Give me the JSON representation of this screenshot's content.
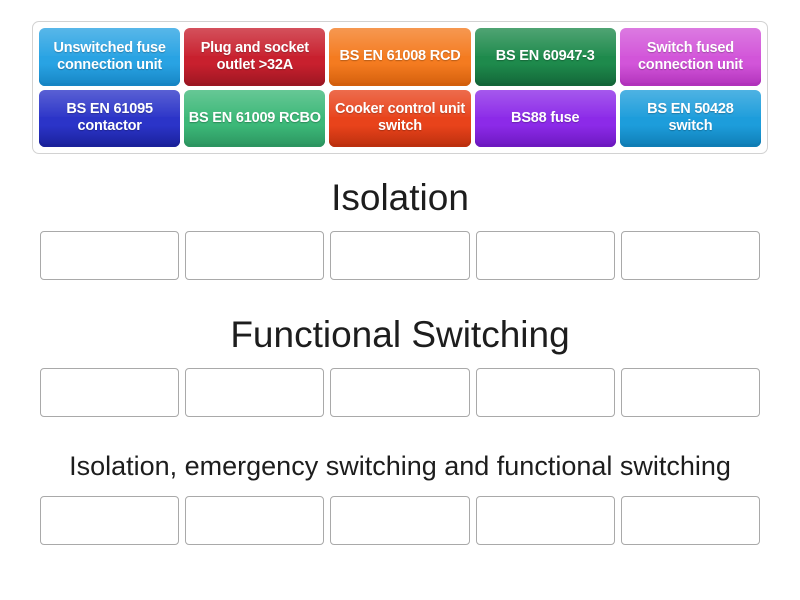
{
  "activity": {
    "type": "group-sort",
    "tile_bank": {
      "rows": [
        [
          {
            "label": "Unswitched fuse connection unit",
            "color": "#29a3e3",
            "color_dark": "#1685c4"
          },
          {
            "label": "Plug and socket outlet >32A",
            "color": "#c8202e",
            "color_dark": "#9c1622"
          },
          {
            "label": "BS EN 61008 RCD",
            "color": "#f47b20",
            "color_dark": "#d35f0c"
          },
          {
            "label": "BS EN 60947-3",
            "color": "#1e8a4c",
            "color_dark": "#136638"
          },
          {
            "label": "Switch fused connection unit",
            "color": "#d255d9",
            "color_dark": "#b132bb"
          }
        ],
        [
          {
            "label": "BS EN 61095 contactor",
            "color": "#2b34c8",
            "color_dark": "#1a219b"
          },
          {
            "label": "BS EN 61009 RCBO",
            "color": "#3cb878",
            "color_dark": "#2c9560"
          },
          {
            "label": "Cooker control unit switch",
            "color": "#e8431b",
            "color_dark": "#bc2f0e"
          },
          {
            "label": "BS88 fuse",
            "color": "#8c2ae8",
            "color_dark": "#6d18c0"
          },
          {
            "label": "BS EN 50428 switch",
            "color": "#1d9ddb",
            "color_dark": "#0f7db5"
          }
        ]
      ]
    },
    "categories": [
      {
        "heading": "Isolation",
        "slot_count": 5,
        "slots": [
          "",
          "",
          "",
          "",
          ""
        ]
      },
      {
        "heading": "Functional Switching",
        "slot_count": 5,
        "slots": [
          "",
          "",
          "",
          "",
          ""
        ]
      },
      {
        "heading": "Isolation, emergency switching and functional switching",
        "slot_count": 5,
        "slots": [
          "",
          "",
          "",
          "",
          ""
        ]
      }
    ]
  }
}
